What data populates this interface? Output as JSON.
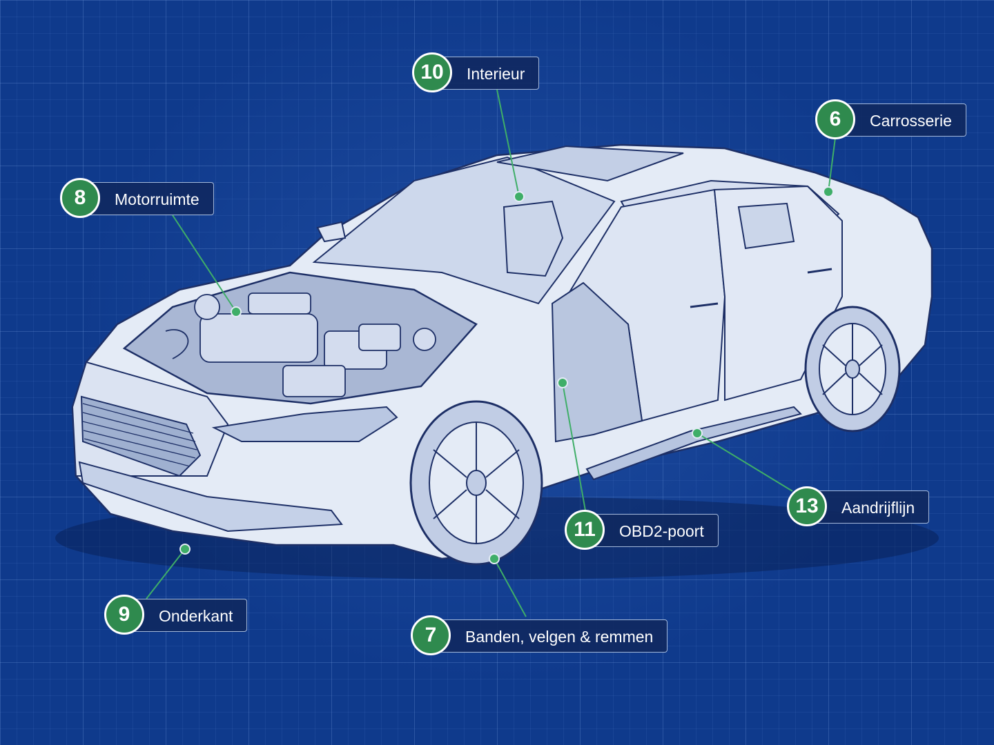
{
  "callouts": [
    {
      "number": "10",
      "label": "Interieur"
    },
    {
      "number": "6",
      "label": "Carrosserie"
    },
    {
      "number": "8",
      "label": "Motorruimte"
    },
    {
      "number": "13",
      "label": "Aandrijflijn"
    },
    {
      "number": "11",
      "label": "OBD2-poort"
    },
    {
      "number": "9",
      "label": "Onderkant"
    },
    {
      "number": "7",
      "label": "Banden, velgen & remmen"
    }
  ],
  "colors": {
    "background": "#0f3a8c",
    "badge": "#2f8a4e",
    "leader_line": "#3fae68",
    "car_fill": "#e4ebf6",
    "car_line": "#1d2f66"
  }
}
